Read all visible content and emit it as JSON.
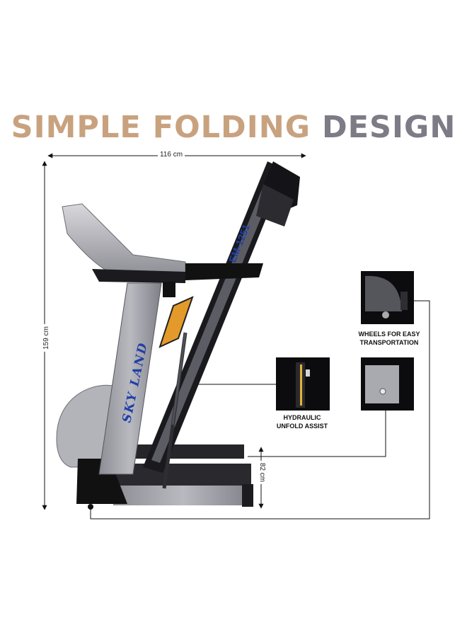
{
  "headline": {
    "word1": "SIMPLE FOLDING",
    "word2": "DESIGN"
  },
  "dimensions": {
    "width": "116 cm",
    "height": "159 cm",
    "base_height": "82 cm"
  },
  "brand_text": "SKY LAND",
  "model_text": "EM-1251",
  "features": {
    "hydraulic": {
      "line1": "HYDRAULIC",
      "line2": "UNFOLD ASSIST"
    },
    "wheels": {
      "line1": "WHEELS FOR EASY",
      "line2": "TRANSPORTATION"
    }
  },
  "colors": {
    "accent_brown": "#c8a27f",
    "accent_grey": "#7d7b86",
    "frame_grey": "#a6a6ad",
    "brand_blue": "#1f3fa8"
  }
}
